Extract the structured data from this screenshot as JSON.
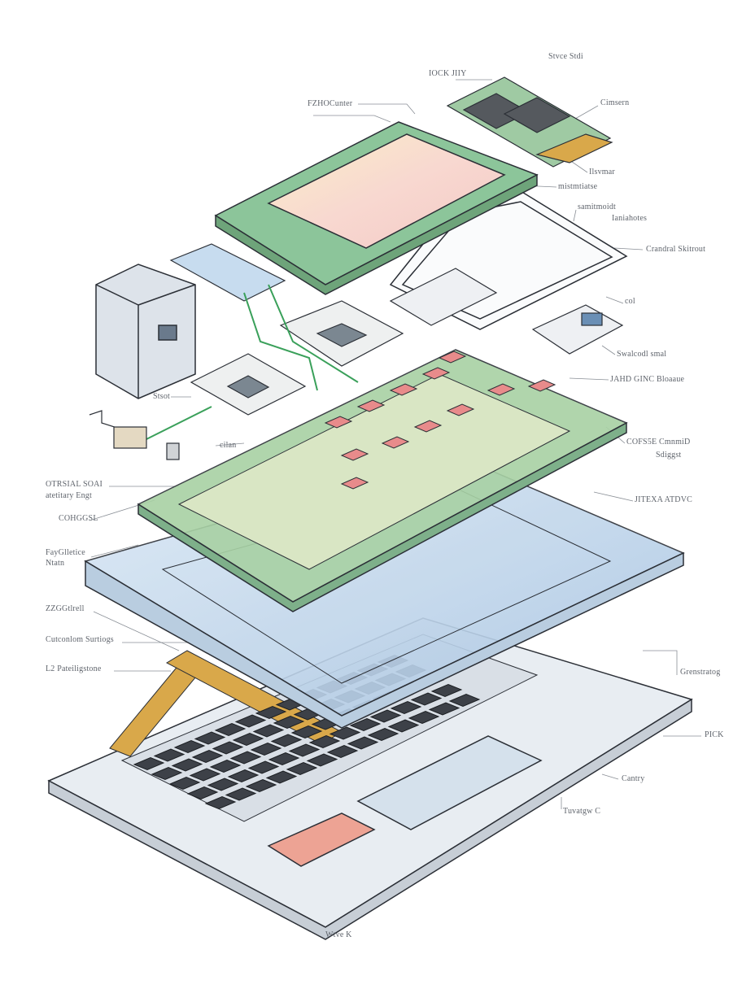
{
  "diagram": {
    "type": "exploded-view",
    "subject": "laptop",
    "labels": [
      {
        "id": "l1",
        "text": "Stvce Stdi"
      },
      {
        "id": "l2",
        "text": "IOCK JIIY"
      },
      {
        "id": "l3",
        "text": "FZHOCunter"
      },
      {
        "id": "l4",
        "text": "Cimsern"
      },
      {
        "id": "l5",
        "text": "Ilsvmar"
      },
      {
        "id": "l6",
        "text": "mistmtiatse"
      },
      {
        "id": "l7",
        "text": "samitmoidt"
      },
      {
        "id": "l8",
        "text": "Ianiahotes"
      },
      {
        "id": "l9",
        "text": "Crandral Skitrout"
      },
      {
        "id": "l10",
        "text": "col"
      },
      {
        "id": "l11",
        "text": "Swalcodl smal"
      },
      {
        "id": "l12",
        "text": "JAHD GINC Bloaaue"
      },
      {
        "id": "l13",
        "text": "COFS5E CmnmiD"
      },
      {
        "id": "l14",
        "text": "Sdiggst"
      },
      {
        "id": "l15",
        "text": "JITEXA ATDVC"
      },
      {
        "id": "l16",
        "text": "Stsot"
      },
      {
        "id": "l17",
        "text": "cilan"
      },
      {
        "id": "l18",
        "text": "OTRSIAL SOAI"
      },
      {
        "id": "l19",
        "text": "atetitary Engt"
      },
      {
        "id": "l20",
        "text": "COHGGSL"
      },
      {
        "id": "l21",
        "text": "FayGlletice"
      },
      {
        "id": "l22",
        "text": "Ntatn"
      },
      {
        "id": "l23",
        "text": "ZZGGtlrell"
      },
      {
        "id": "l24",
        "text": "Cutconlom Surtiogs"
      },
      {
        "id": "l25",
        "text": "L2 Pateiligstone"
      },
      {
        "id": "l26",
        "text": "Grenstratog"
      },
      {
        "id": "l27",
        "text": "PICK"
      },
      {
        "id": "l28",
        "text": "Cantry"
      },
      {
        "id": "l29",
        "text": "Tuvatgw C"
      },
      {
        "id": "l30",
        "text": "Wtve K"
      }
    ],
    "colors": {
      "line": "#2b2f36",
      "pcb": "#8cc59a",
      "screen": "#f6d6cc",
      "glass": "#c9dcef",
      "chip": "#e88b8b",
      "gold": "#d9a84a",
      "key": "#3d4148",
      "leader": "#8a8f96"
    }
  }
}
